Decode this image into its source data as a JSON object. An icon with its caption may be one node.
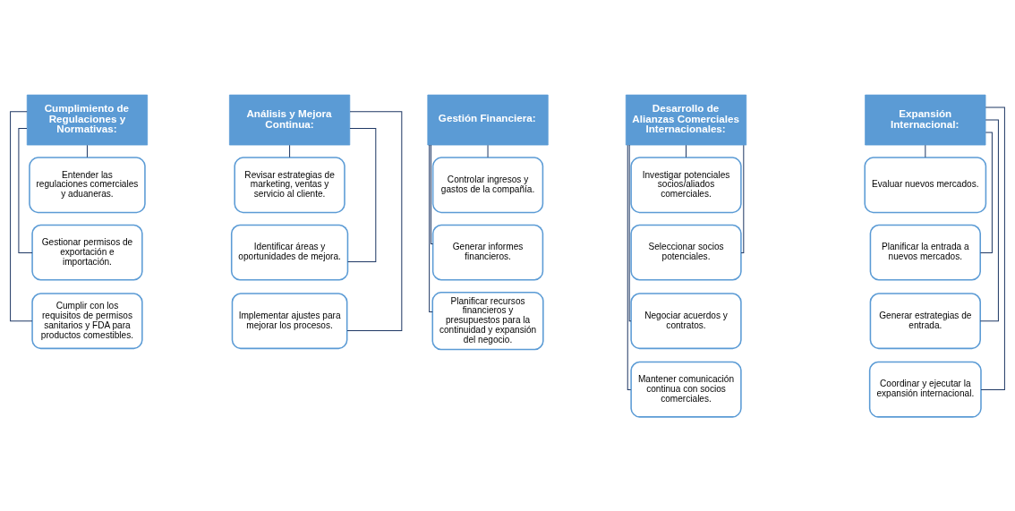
{
  "diagram": {
    "nodes": [
      {
        "text": [
          "Cumplimiento de Regulaciones y Normativas:"
        ]
      },
      {
        "text": [
          "Entender las regulaciones comerciales y aduaneras."
        ]
      },
      {
        "text": [
          "Gestionar permisos de exportación e importación."
        ]
      },
      {
        "text": [
          "Cumplir con los requisitos de permisos sanitarios y FDA para productos comestibles."
        ]
      },
      {
        "text": [
          "Análisis y Mejora Continua:"
        ]
      },
      {
        "text": [
          "Revisar estrategias de marketing, ventas y servicio al cliente."
        ]
      },
      {
        "text": [
          "Identificar áreas y oportunidades de mejora."
        ]
      },
      {
        "text": [
          "Implementar ajustes para mejorar los procesos."
        ]
      },
      {
        "text": [
          "Gestión Financiera:"
        ]
      },
      {
        "text": [
          "Controlar ingresos y gastos de la compañía."
        ]
      },
      {
        "text": [
          "Generar informes financieros."
        ]
      },
      {
        "text": [
          "Planificar recursos financieros y presupuestos para la continuidad y expansión del negocio."
        ]
      },
      {
        "text": [
          "Desarrollo de Alianzas Comerciales Internacionales:"
        ]
      },
      {
        "text": [
          "Investigar potenciales socios/aliados comerciales."
        ]
      },
      {
        "text": [
          "Seleccionar socios potenciales."
        ]
      },
      {
        "text": [
          "Negociar acuerdos y contratos."
        ]
      },
      {
        "text": [
          "Mantener comunicación continua con socios comerciales."
        ]
      },
      {
        "text": [
          "Expansión Internacional:"
        ]
      },
      {
        "text": [
          "Evaluar nuevos mercados."
        ]
      },
      {
        "text": [
          "Planificar la entrada a nuevos mercados."
        ]
      },
      {
        "text": [
          "Generar estrategias de entrada."
        ]
      },
      {
        "text": [
          "Coordinar y ejecutar la expansión internacional."
        ]
      }
    ],
    "edges": [
      {
        "from": 0,
        "to": 1,
        "arrow": "none"
      },
      {
        "from": 0,
        "to": 2,
        "arrow": "none"
      },
      {
        "from": 0,
        "to": 3,
        "arrow": "none"
      },
      {
        "from": 4,
        "to": 5,
        "arrow": "none"
      },
      {
        "from": 4,
        "to": 6,
        "arrow": "none"
      },
      {
        "from": 4,
        "to": 7,
        "arrow": "none"
      },
      {
        "from": 8,
        "to": 9,
        "arrow": "none"
      },
      {
        "from": 8,
        "to": 10,
        "arrow": "none"
      },
      {
        "from": 8,
        "to": 11,
        "arrow": "none"
      },
      {
        "from": 12,
        "to": 13,
        "arrow": "none"
      },
      {
        "from": 12,
        "to": 14,
        "arrow": "none"
      },
      {
        "from": 12,
        "to": 15,
        "arrow": "none"
      },
      {
        "from": 12,
        "to": 16,
        "arrow": "none"
      },
      {
        "from": 17,
        "to": 18,
        "arrow": "none"
      },
      {
        "from": 17,
        "to": 19,
        "arrow": "none"
      },
      {
        "from": 17,
        "to": 20,
        "arrow": "none"
      },
      {
        "from": 17,
        "to": 21,
        "arrow": "none"
      }
    ]
  }
}
